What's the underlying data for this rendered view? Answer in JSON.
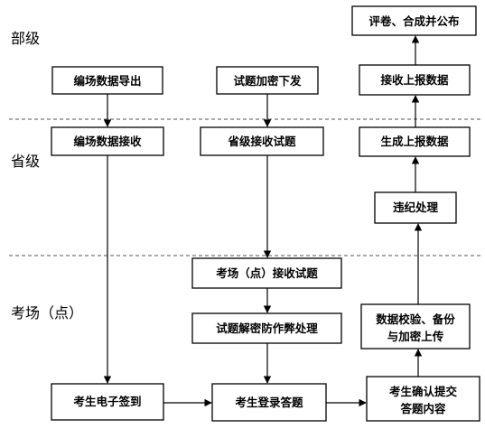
{
  "levels": {
    "ministry": "部级",
    "province": "省级",
    "site": "考场（点）"
  },
  "nodes": {
    "seat_export": "编场数据导出",
    "paper_encrypt_issue": "试题加密下发",
    "receive_reported": "接收上报数据",
    "grade_publish": "评卷、合成并公布",
    "seat_receive": "编场数据接收",
    "province_receive_paper": "省级接收试题",
    "generate_report": "生成上报数据",
    "violation_handling": "违纪处理",
    "site_receive_paper": "考场（点）接收试题",
    "decrypt_anticheat": "试题解密防作弊处理",
    "verify_backup_encrypt_line1": "数据校验、备份",
    "verify_backup_encrypt_line2": "与加密上传",
    "sign_in": "考生电子签到",
    "login_answer": "考生登录答题",
    "confirm_submit_line1": "考生确认提交",
    "confirm_submit_line2": "答题内容"
  }
}
